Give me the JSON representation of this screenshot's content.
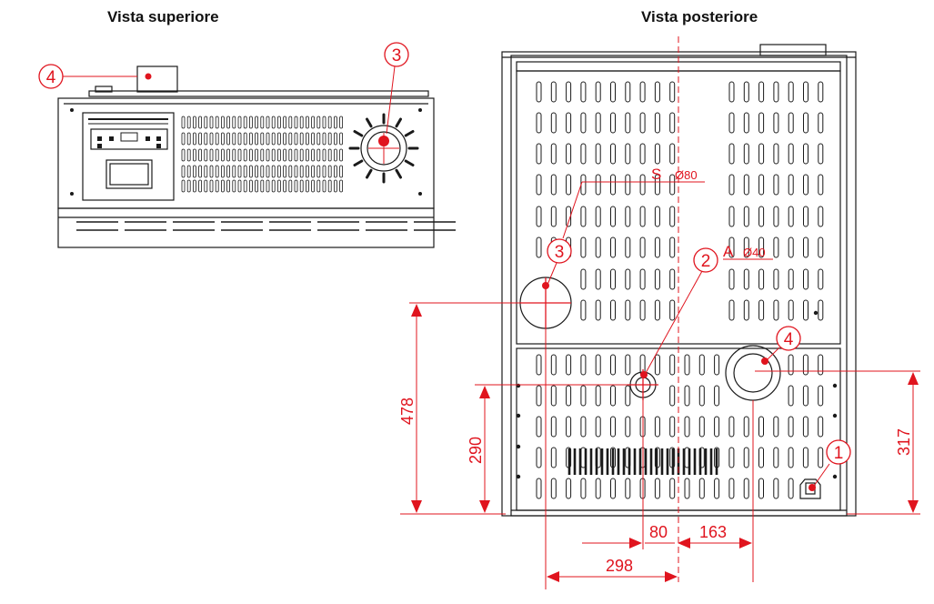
{
  "titles": {
    "top_view": "Vista superiore",
    "rear_view": "Vista posteriore"
  },
  "callouts": {
    "c1": "1",
    "c2": "2",
    "c3": "3",
    "c4": "4"
  },
  "labels": {
    "smoke_letter": "S",
    "smoke_diameter": "Ø80",
    "air_letter": "A",
    "air_diameter": "Ø40"
  },
  "dimensions": {
    "d478": "478",
    "d290": "290",
    "d317": "317",
    "d80": "80",
    "d163": "163",
    "d298": "298"
  },
  "colors": {
    "line": "#1a1a1a",
    "annotation": "#e0141e",
    "hole": "#1a1a1a"
  }
}
